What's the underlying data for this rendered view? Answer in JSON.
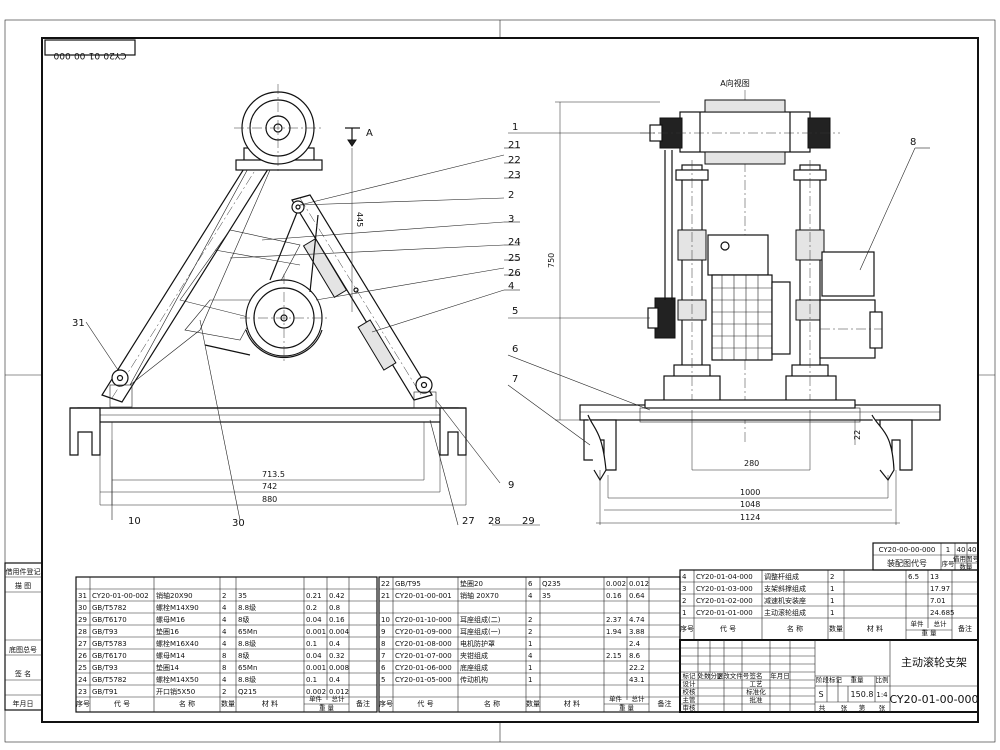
{
  "drawing_number_rotated": "CY20-01-00-000",
  "view_labels": {
    "section_a": "A",
    "a_view": "A向视图"
  },
  "dimensions_left": [
    "713.5",
    "742",
    "880",
    "445"
  ],
  "dimensions_right": [
    "750",
    "280",
    "1000",
    "1048",
    "1124",
    "22"
  ],
  "balloons_left": [
    "31",
    "10",
    "30",
    "27",
    "28",
    "29",
    "9",
    "4",
    "26",
    "25",
    "24",
    "3",
    "2",
    "23",
    "22",
    "21"
  ],
  "balloons_right": [
    "1",
    "8",
    "5",
    "6",
    "7"
  ],
  "margin_labels": [
    "借用件登记",
    "描 图",
    "底图总号",
    "签 名",
    "年月日"
  ],
  "bom_left": {
    "rows": [
      [
        "31",
        "CY20-01-00-002",
        "销轴20X90",
        "2",
        "35",
        "0.21",
        "0.42",
        ""
      ],
      [
        "30",
        "GB/T5782",
        "螺栓M14X90",
        "4",
        "8.8级",
        "0.2",
        "0.8",
        ""
      ],
      [
        "29",
        "GB/T6170",
        "螺母M16",
        "4",
        "8级",
        "0.04",
        "0.16",
        ""
      ],
      [
        "28",
        "GB/T93",
        "垫圈16",
        "4",
        "65Mn",
        "0.001",
        "0.004",
        ""
      ],
      [
        "27",
        "GB/T5783",
        "螺栓M16X40",
        "4",
        "8.8级",
        "0.1",
        "0.4",
        ""
      ],
      [
        "26",
        "GB/T6170",
        "螺母M14",
        "8",
        "8级",
        "0.04",
        "0.32",
        ""
      ],
      [
        "25",
        "GB/T93",
        "垫圈14",
        "8",
        "65Mn",
        "0.001",
        "0.008",
        ""
      ],
      [
        "24",
        "GB/T5782",
        "螺栓M14X50",
        "4",
        "8.8级",
        "0.1",
        "0.4",
        ""
      ],
      [
        "23",
        "GB/T91",
        "开口销5X50",
        "2",
        "Q215",
        "0.002",
        "0.012",
        ""
      ]
    ],
    "header": [
      "序号",
      "代 号",
      "名 称",
      "数量",
      "材 料",
      "单件",
      "总计",
      "备注"
    ],
    "weight_label": "重 量"
  },
  "bom_middle": {
    "rows": [
      [
        "22",
        "GB/T95",
        "垫圈20",
        "6",
        "Q235",
        "0.002",
        "0.012",
        ""
      ],
      [
        "21",
        "CY20-01-00-001",
        "销轴 20X70",
        "4",
        "35",
        "0.16",
        "0.64",
        ""
      ],
      [
        "",
        "",
        "",
        "",
        "",
        "",
        "",
        ""
      ],
      [
        "10",
        "CY20-01-10-000",
        "耳座组成(二)",
        "2",
        "",
        "2.37",
        "4.74",
        ""
      ],
      [
        "9",
        "CY20-01-09-000",
        "耳座组成(一)",
        "2",
        "",
        "1.94",
        "3.88",
        ""
      ],
      [
        "8",
        "CY20-01-08-000",
        "电机防护罩",
        "1",
        "",
        "",
        "2.4",
        ""
      ],
      [
        "7",
        "CY20-01-07-000",
        "夹钳组成",
        "4",
        "",
        "2.15",
        "8.6",
        ""
      ],
      [
        "6",
        "CY20-01-06-000",
        "底座组成",
        "1",
        "",
        "",
        "22.2",
        ""
      ],
      [
        "5",
        "CY20-01-05-000",
        "传动机构",
        "1",
        "",
        "",
        "43.1",
        ""
      ]
    ],
    "header": [
      "序号",
      "代 号",
      "名 称",
      "数量",
      "材 料",
      "单件",
      "总计",
      "备注"
    ],
    "weight_label": "重 量"
  },
  "bom_right": {
    "rows": [
      [
        "4",
        "CY20-01-04-000",
        "调整杆组成",
        "2",
        "",
        "6.5",
        "13",
        ""
      ],
      [
        "3",
        "CY20-01-03-000",
        "支架斜撑组成",
        "1",
        "",
        "",
        "17.97",
        ""
      ],
      [
        "2",
        "CY20-01-02-000",
        "减速机安装座",
        "1",
        "",
        "",
        "7.01",
        ""
      ],
      [
        "1",
        "CY20-01-01-000",
        "主动滚轮组成",
        "1",
        "",
        "",
        "24.685",
        ""
      ]
    ],
    "header": [
      "序号",
      "代 号",
      "名 称",
      "数量",
      "材 料",
      "单件",
      "总计",
      "备注"
    ],
    "weight_label": "重 量"
  },
  "assembly_ref": {
    "code": "CY20-00-00-000",
    "label": "装配图代号",
    "col1": "1",
    "col2": "40",
    "col3": "40",
    "seq": "序号",
    "sub1": "借用图号",
    "sub2": "数量"
  },
  "title_block": {
    "part_name": "主动滚轮支架",
    "drawing_number": "CY20-01-00-000",
    "weight": "150.8",
    "scale": "1:4",
    "stage_mark": "S",
    "rev_header": [
      "标记",
      "处数",
      "分区",
      "更改文件号",
      "签名",
      "年月日"
    ],
    "roles": [
      "设计",
      "校核",
      "主管",
      "审核"
    ],
    "roles_mid": [
      "工艺",
      "标准化",
      "批准"
    ],
    "stage_label": "阶段标记",
    "weight_label": "重量",
    "scale_label": "比例",
    "sheets": [
      "共",
      "张",
      "第",
      "张"
    ]
  }
}
